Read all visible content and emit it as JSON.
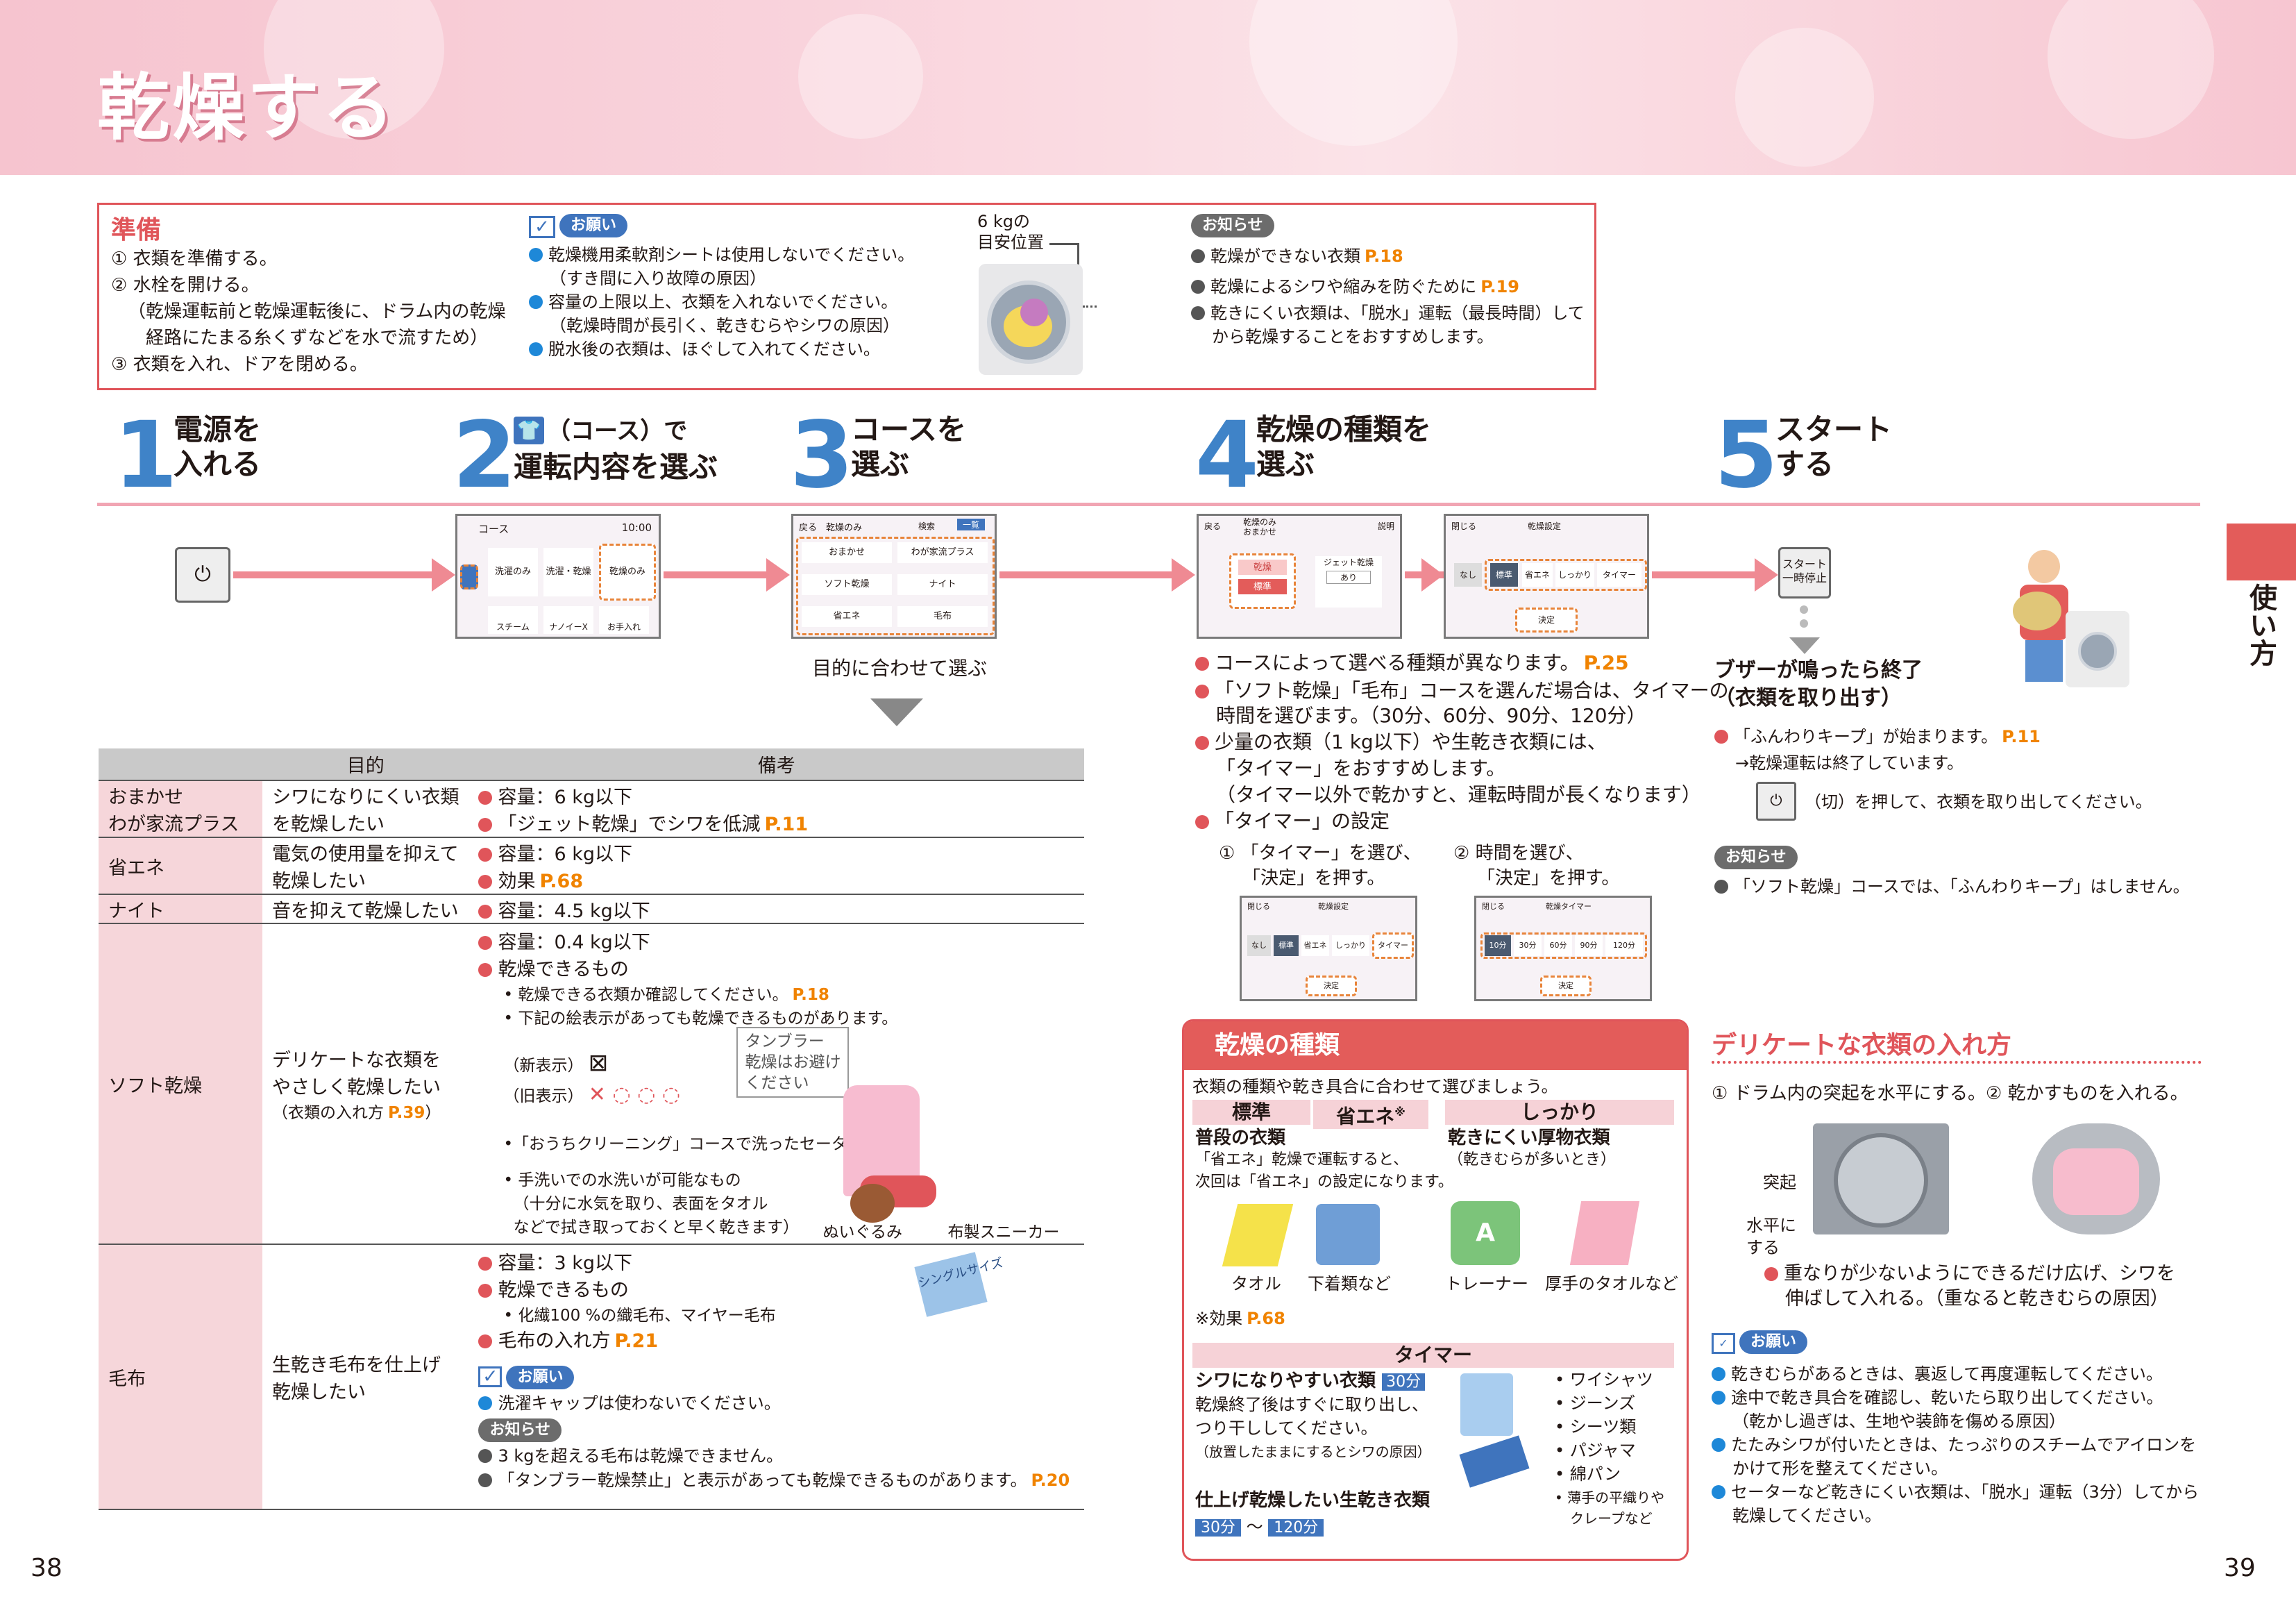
{
  "title": "乾燥する",
  "prep": {
    "heading": "準備",
    "lines": [
      "① 衣類を準備する。",
      "② 水栓を開ける。",
      "（乾燥運転前と乾燥運転後に、ドラム内の乾燥",
      "経路にたまる糸くずなどを水で流すため）",
      "③ 衣類を入れ、ドアを閉める。"
    ],
    "request_tag": "お願い",
    "requests": [
      "乾燥機用柔軟剤シートは使用しないでください。",
      "（すき間に入り故障の原因）",
      "容量の上限以上、衣類を入れないでください。",
      "（乾燥時間が長引く、乾きむらやシワの原因）",
      "脱水後の衣類は、ほぐして入れてください。"
    ],
    "kg_label1": "6 kgの",
    "kg_label2": "目安位置",
    "notice_tag": "お知らせ",
    "notices": [
      "乾燥ができない衣類",
      "P.18",
      "乾燥によるシワや縮みを防ぐために",
      "P.19",
      "乾きにくい衣類は、「脱水」運転（最長時間）して",
      "から乾燥することをおすすめします。"
    ]
  },
  "steps": [
    {
      "n": "1",
      "l1": "電源を",
      "l2": "入れる"
    },
    {
      "n": "2",
      "l1": "（コース）で",
      "l2": "運転内容を選ぶ"
    },
    {
      "n": "3",
      "l1": "コースを",
      "l2": "選ぶ"
    },
    {
      "n": "4",
      "l1": "乾燥の種類を",
      "l2": "選ぶ"
    },
    {
      "n": "5",
      "l1": "スタート",
      "l2": "する"
    }
  ],
  "screen2": {
    "header": "コース",
    "time": "10:00",
    "b1": "洗濯のみ",
    "b2": "洗濯・乾燥",
    "b3": "乾燥のみ",
    "c1": "スチーム",
    "c2": "ナノイーX",
    "c3": "お手入れ"
  },
  "screen3": {
    "back": "戻る",
    "header": "乾燥のみ",
    "search": "検索",
    "list": "一覧",
    "b": [
      "おまかせ",
      "わが家流プラス",
      "ソフト乾燥",
      "ナイト",
      "省エネ",
      "毛布"
    ]
  },
  "screen4a": {
    "back": "戻る",
    "header1": "乾燥のみ",
    "header2": "おまかせ",
    "help": "説明",
    "lbl": "乾燥",
    "val": "標準",
    "jet": "ジェット乾燥",
    "jetval": "あり"
  },
  "screen4b": {
    "close": "閉じる",
    "header": "乾燥設定",
    "opts": [
      "なし",
      "標準",
      "省エネ",
      "しっかり",
      "タイマー"
    ],
    "ok": "決定"
  },
  "start_btn": "スタート一時停止",
  "select_by_purpose": "目的に合わせて選ぶ",
  "table": {
    "h_purpose": "目的",
    "h_note": "備考",
    "r1": {
      "n1": "おまかせ",
      "n2": "わが家流プラス",
      "p1": "シワになりにくい衣類",
      "p2": "を乾燥したい",
      "a": "容量：6 kg以下",
      "b": "「ジェット乾燥」でシワを低減",
      "bref": "P.11"
    },
    "r2": {
      "n": "省エネ",
      "p1": "電気の使用量を抑えて",
      "p2": "乾燥したい",
      "a": "容量：6 kg以下",
      "b": "効果",
      "bref": "P.68"
    },
    "r3": {
      "n": "ナイト",
      "p": "音を抑えて乾燥したい",
      "a": "容量：4.5 kg以下"
    },
    "r4": {
      "n": "ソフト乾燥",
      "p1": "デリケートな衣類を",
      "p2": "やさしく乾燥したい",
      "p3": "（衣類の入れ方",
      "p3ref": "P.39",
      "a": "容量：0.4 kg以下",
      "b": "乾燥できるもの",
      "c": "• 乾燥できる衣類か確認してください。",
      "cref": "P.18",
      "d": "• 下記の絵表示があっても乾燥できるものがあります。",
      "new": "（新表示）",
      "old": "（旧表示）",
      "tumble1": "タンブラー",
      "tumble2": "乾燥はお避け",
      "tumble3": "ください",
      "e": "•「おうちクリーニング」コースで洗ったセーターなど",
      "f": "• 手洗いでの水洗いが可能なもの",
      "g": "（十分に水気を取り、表面をタオル",
      "h": "などで拭き取っておくと早く乾きます）",
      "toy": "ぬいぐるみ",
      "shoe": "布製スニーカー"
    },
    "r5": {
      "n": "毛布",
      "p1": "生乾き毛布を仕上げ",
      "p2": "乾燥したい",
      "a": "容量：3 kg以下",
      "b": "乾燥できるもの",
      "c": "• 化繊100 %の織毛布、マイヤー毛布",
      "d": "毛布の入れ方",
      "dref": "P.21",
      "single": "シングルサイズ",
      "req": "お願い",
      "reqtxt": "洗濯キャップは使わないでください。",
      "notice": "お知らせ",
      "n1": "3 kgを超える毛布は乾燥できません。",
      "n2": "「タンブラー乾燥禁止」と表示があっても乾燥できるものがあります。",
      "n2ref": "P.20"
    }
  },
  "step4": {
    "l1": "コースによって選べる種類が異なります。",
    "l1ref": "P.25",
    "l2": "「ソフト乾燥」「毛布」コースを選んだ場合は、タイマーの",
    "l3": "時間を選びます。（30分、60分、90分、120分）",
    "l4": "少量の衣類（1 kg以下）や生乾き衣類には、",
    "l5": "「タイマー」をおすすめします。",
    "l6": "（タイマー以外で乾かすと、運転時間が長くなります）",
    "l7": "「タイマー」の設定",
    "s1a": "① 「タイマー」を選び、",
    "s1b": "「決定」を押す。",
    "s2a": "② 時間を選び、",
    "s2b": "「決定」を押す。",
    "timer_header": "乾燥タイマー",
    "times": [
      "10分",
      "30分",
      "60分",
      "90分",
      "120分"
    ]
  },
  "kinds": {
    "title": "乾燥の種類",
    "intro": "衣類の種類や乾き具合に合わせて選びましょう。",
    "std": "標準",
    "eco": "省エネ",
    "ecomark": "※",
    "firm": "しっかり",
    "std_t": "普段の衣類",
    "std_d1": "「省エネ」乾燥で運転すると、",
    "std_d2": "次回は「省エネ」の設定になります。",
    "firm_t": "乾きにくい厚物衣類",
    "firm_d": "（乾きむらが多いとき）",
    "towel": "タオル",
    "under": "下着類など",
    "trainer": "トレーナー",
    "thick": "厚手のタオルなど",
    "eff": "※効果",
    "effref": "P.68",
    "timer": "タイマー",
    "w_t": "シワになりやすい衣類",
    "w_min": "30分",
    "w_d1": "乾燥終了後はすぐに取り出し、",
    "w_d2": "つり干ししてください。",
    "w_d3": "（放置したままにするとシワの原因）",
    "items": [
      "• ワイシャツ",
      "• ジーンズ",
      "• シーツ類",
      "• パジャマ",
      "• 綿パン",
      "• 薄手の平織りや",
      "クレープなど"
    ],
    "fin_t": "仕上げ乾燥したい生乾き衣類",
    "fin_a": "30分",
    "fin_sep": "〜",
    "fin_b": "120分"
  },
  "step5": {
    "l1": "ブザーが鳴ったら終了",
    "l2": "（衣類を取り出す）",
    "a": "「ふんわりキープ」が始まります。",
    "aref": "P.11",
    "b": "→乾燥運転は終了しています。",
    "c": "（切）を押して、衣類を取り出してください。",
    "notice": "お知らせ",
    "d": "「ソフト乾燥」コースでは、「ふんわりキープ」はしません。"
  },
  "delicate": {
    "title": "デリケートな衣類の入れ方",
    "step": "① ドラム内の突起を水平にする。② 乾かすものを入れる。",
    "bump": "突起",
    "level1": "水平に",
    "level2": "する",
    "t1": "重なりが少ないようにできるだけ広げ、シワを",
    "t2": "伸ばして入れる。（重なると乾きむらの原因）",
    "req": "お願い",
    "r": [
      "乾きむらがあるときは、裏返して再度運転してください。",
      "途中で乾き具合を確認し、乾いたら取り出してください。",
      "（乾かし過ぎは、生地や装飾を傷める原因）",
      "たたみシワが付いたときは、たっぷりのスチームでアイロンを",
      "かけて形を整えてください。",
      "セーターなど乾きにくい衣類は、「脱水」運転（3分）してから",
      "乾燥してください。"
    ]
  },
  "side": "使い方",
  "page_left": "38",
  "page_right": "39",
  "colors": {
    "accent": "#e35c5a",
    "blue": "#3f83c8",
    "orange": "#f08300"
  }
}
